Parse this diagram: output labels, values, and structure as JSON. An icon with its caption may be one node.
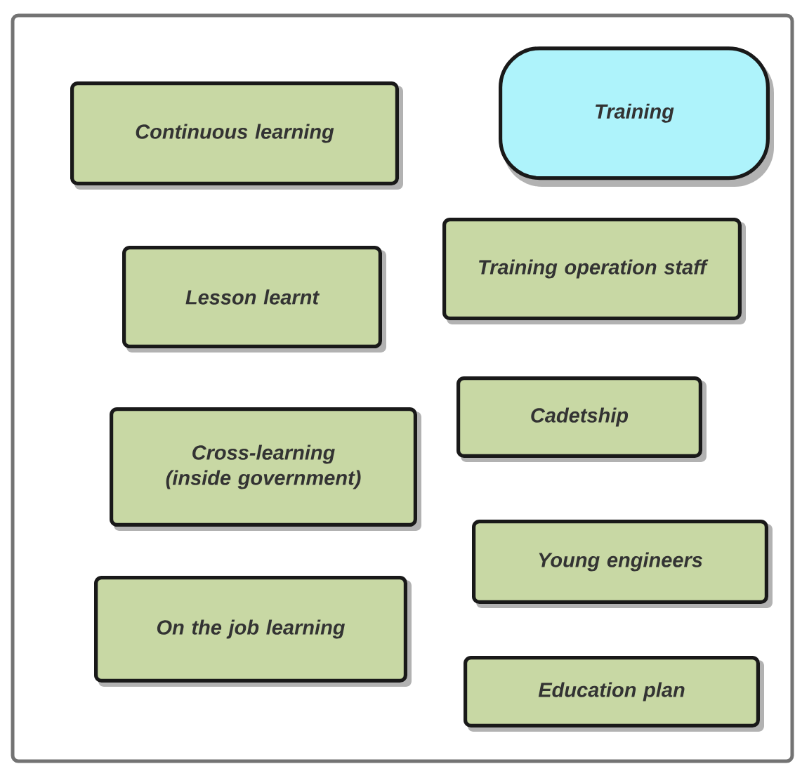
{
  "diagram": {
    "nodes": [
      {
        "text": [
          "Continuous learning"
        ]
      },
      {
        "text": [
          "Training"
        ]
      },
      {
        "text": [
          "Training operation staff"
        ]
      },
      {
        "text": [
          "Lesson learnt"
        ]
      },
      {
        "text": [
          "Cadetship"
        ]
      },
      {
        "text": [
          "Cross-learning (inside government)"
        ]
      },
      {
        "text": [
          "Young engineers"
        ]
      },
      {
        "text": [
          "On the job learning"
        ]
      },
      {
        "text": [
          "Education plan"
        ]
      }
    ]
  }
}
